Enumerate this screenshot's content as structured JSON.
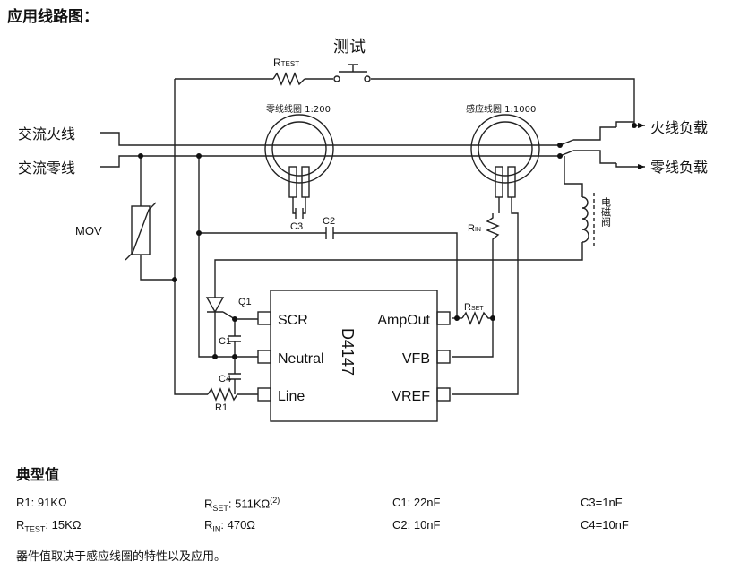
{
  "title": "应用线路图：",
  "diagram": {
    "test_button": "测试",
    "r_test": {
      "main": "R",
      "sub": "TEST"
    },
    "zero_coil": "零线线圈 1:200",
    "sense_coil": "感应线圈 1:1000",
    "ac_live": "交流火线",
    "ac_neutral": "交流零线",
    "live_load": "火线负载",
    "neutral_load": "零线负载",
    "solenoid": "电磁阀",
    "mov": "MOV",
    "c3": "C3",
    "c2": "C2",
    "r_in": {
      "main": "R",
      "sub": "IN"
    },
    "q1": "Q1",
    "c1": "C1",
    "c4": "C4",
    "r1": "R1",
    "r_set": {
      "main": "R",
      "sub": "SET"
    },
    "chip_name": "D4147",
    "pins_left": [
      "SCR",
      "Neutral",
      "Line"
    ],
    "pins_right": [
      "AmpOut",
      "VFB",
      "VREF"
    ]
  },
  "typical": {
    "title": "典型值",
    "r1": {
      "label": "R1",
      "value": ": 91KΩ"
    },
    "r_test": {
      "label": "R",
      "sub": "TEST",
      "value": ": 15KΩ"
    },
    "r_set": {
      "label": "R",
      "sub": "SET",
      "value": ": 511KΩ",
      "sup": "(2)"
    },
    "r_in": {
      "label": "R",
      "sub": "IN",
      "value": ": 470Ω"
    },
    "c1": "C1: 22nF",
    "c2": "C2: 10nF",
    "c3": "C3=1nF",
    "c4": "C4=10nF"
  },
  "note": "器件值取决于感应线圈的特性以及应用。"
}
